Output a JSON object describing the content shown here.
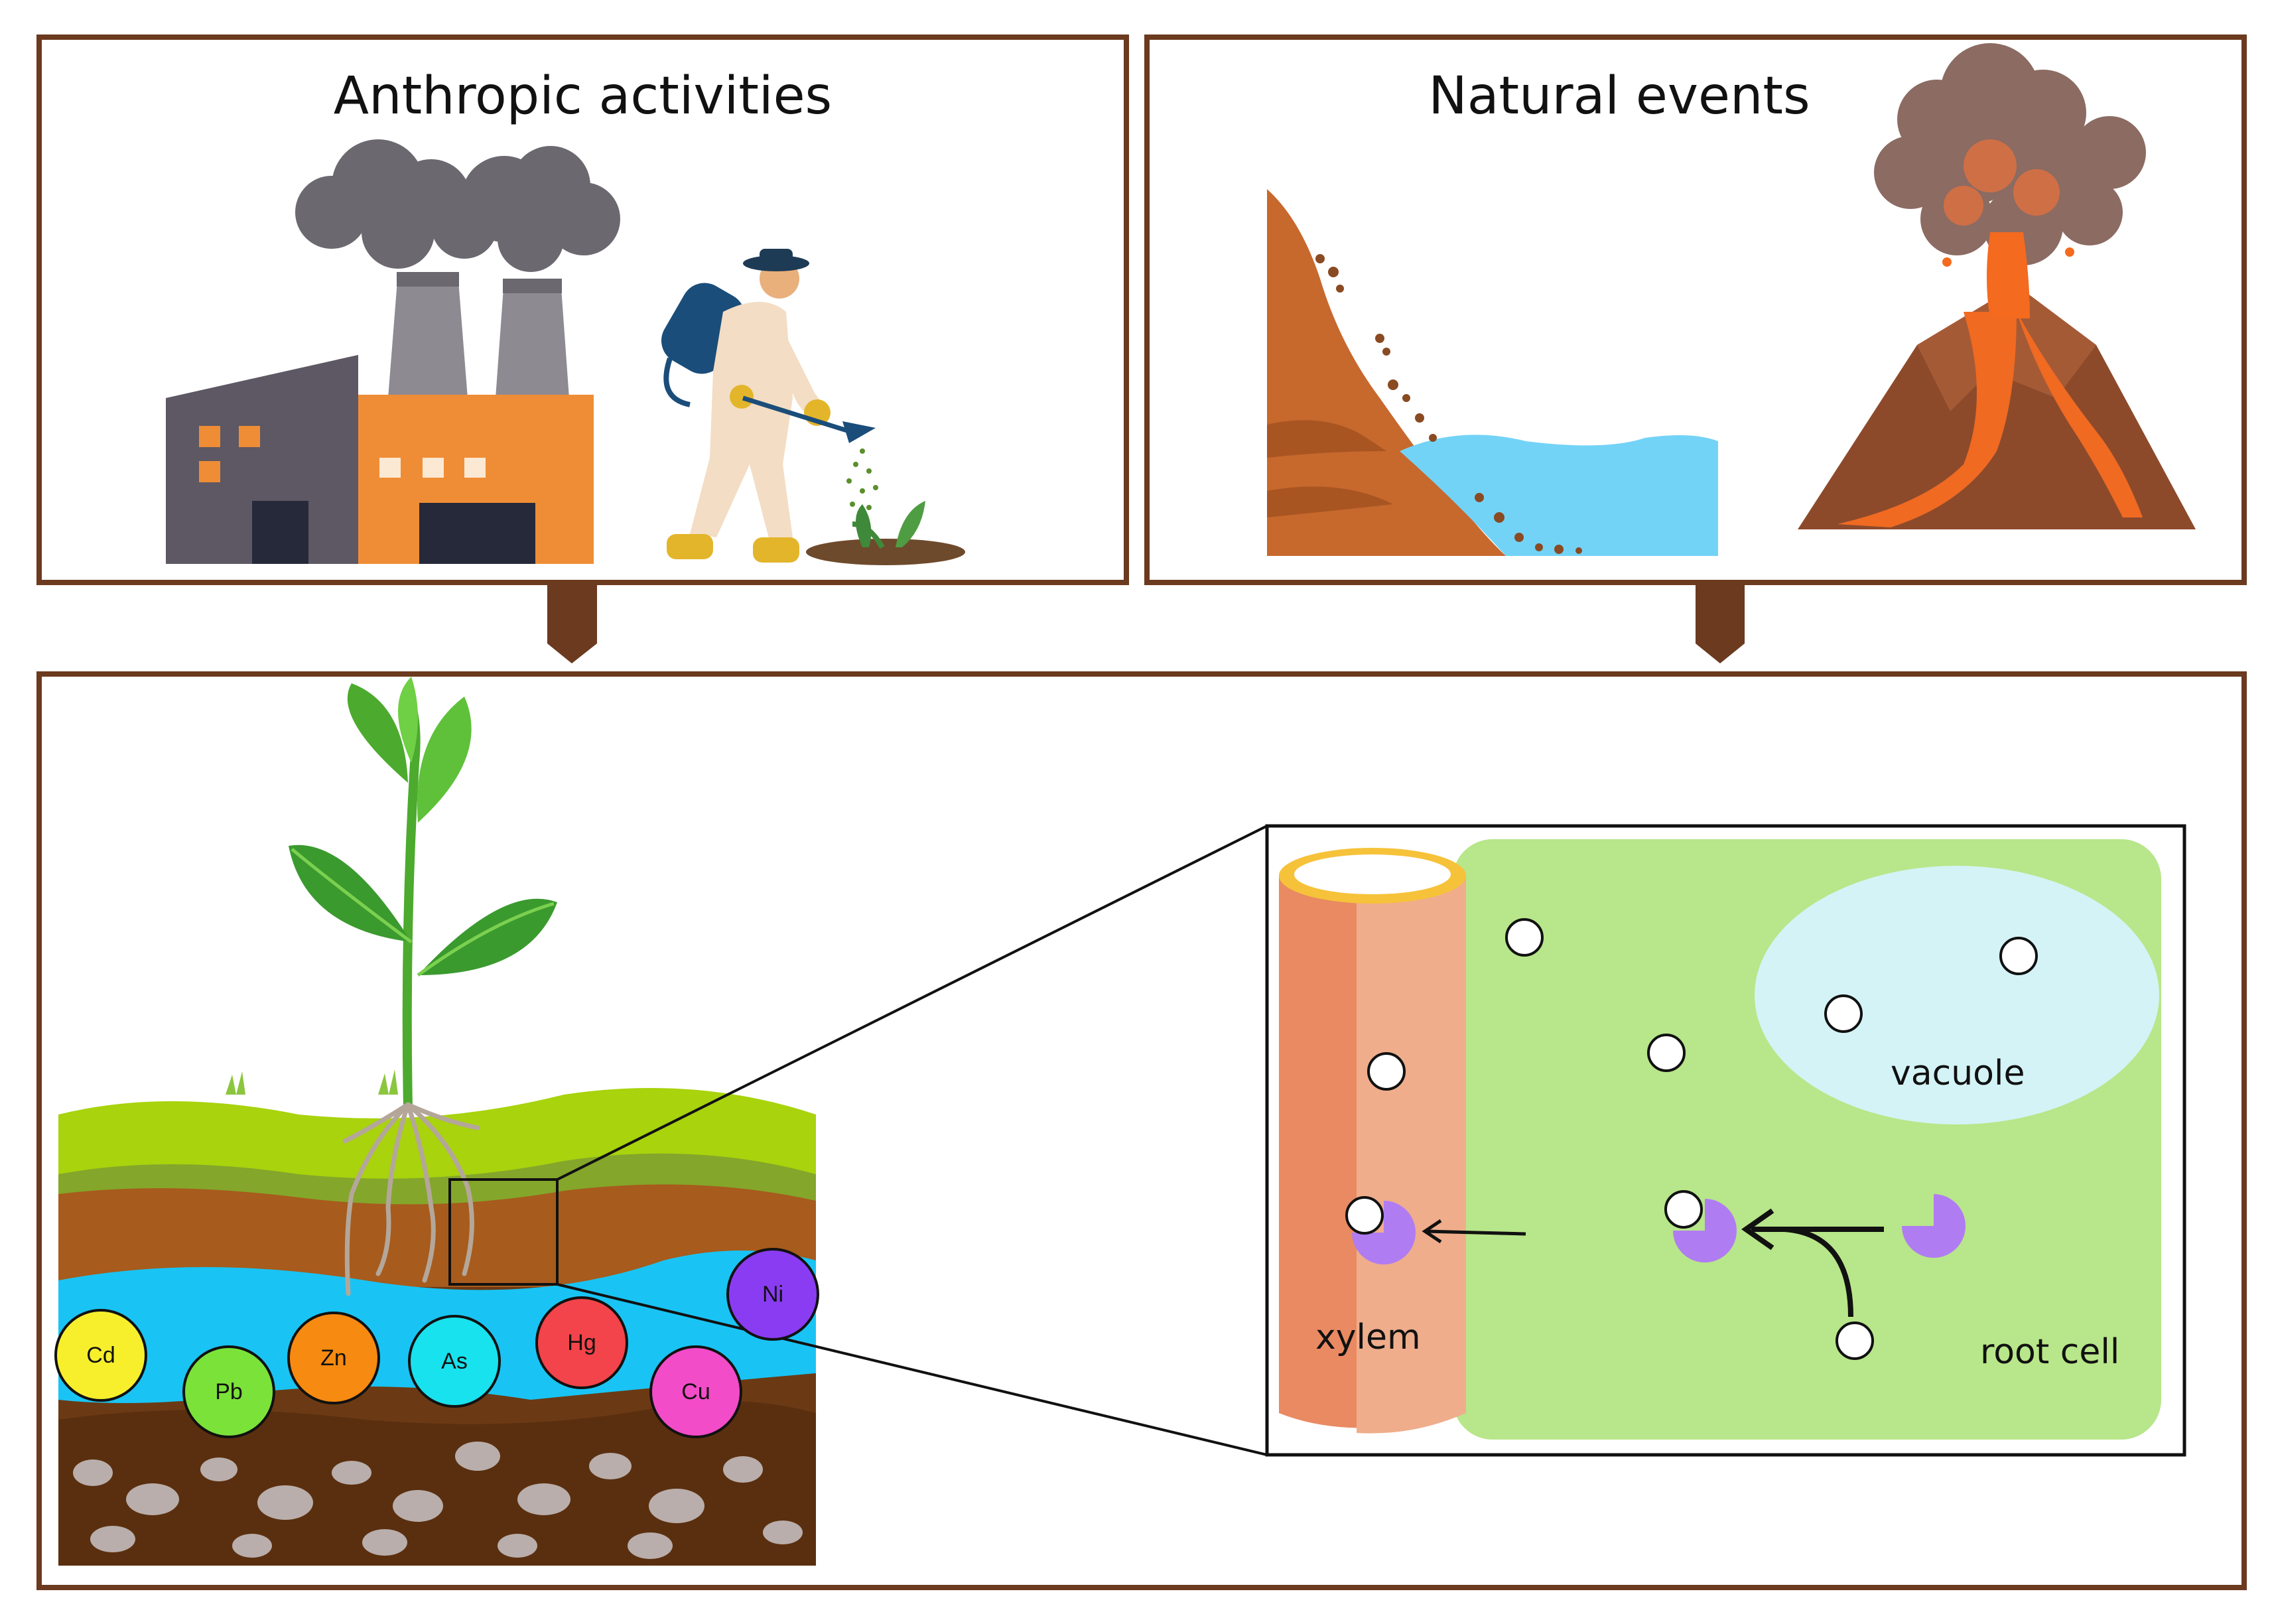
{
  "panels": {
    "anthropic": {
      "title": "Anthropic activities"
    },
    "natural": {
      "title": "Natural events"
    }
  },
  "soil": {
    "metals": [
      {
        "symbol": "Cd",
        "color": "#f7ef2c"
      },
      {
        "symbol": "Pb",
        "color": "#7be23a"
      },
      {
        "symbol": "Zn",
        "color": "#f78a10"
      },
      {
        "symbol": "As",
        "color": "#18e2ee"
      },
      {
        "symbol": "Hg",
        "color": "#f2444a"
      },
      {
        "symbol": "Cu",
        "color": "#f24cc8"
      },
      {
        "symbol": "Ni",
        "color": "#8a3cf2"
      }
    ]
  },
  "inset": {
    "xylem_label": "xylem",
    "vacuole_label": "vacuole",
    "root_cell_label": "root cell"
  },
  "colors": {
    "border": "#6b3a1f",
    "root_cell": "#b8e68a",
    "vacuole": "#d4f3f6",
    "xylem_dark": "#e98a62",
    "xylem_light": "#efad8c",
    "transporter": "#b07cf2",
    "groundwater": "#19c4f4"
  }
}
